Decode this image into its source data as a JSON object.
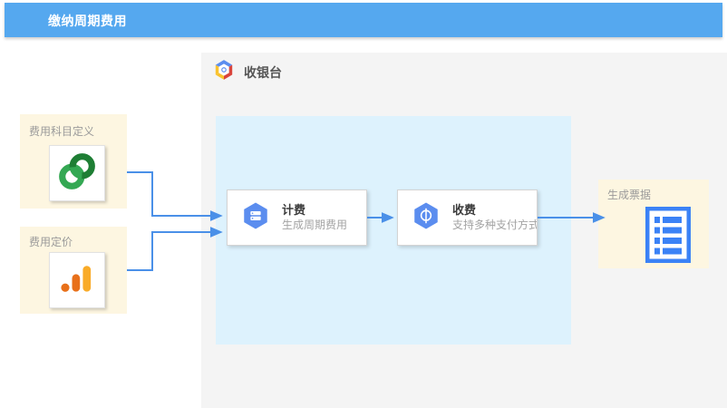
{
  "window": {
    "title": "缴纳周期费用",
    "title_bar_color": "#55a8ef"
  },
  "section": {
    "title": "收银台",
    "icon": "google-cloud-hexagon-icon",
    "panel_color": "#f4f4f4",
    "inner_panel_color": "#ddf2fd"
  },
  "inputs": [
    {
      "label": "费用科目定义",
      "icon": "green-interlocking-rings-icon",
      "card_color": "#fdf6e1"
    },
    {
      "label": "费用定价",
      "icon": "orange-bar-chart-icon",
      "card_color": "#fdf6e1"
    }
  ],
  "process_steps": [
    {
      "title": "计费",
      "subtitle": "生成周期费用",
      "icon": "blue-hexagon-database-icon"
    },
    {
      "title": "收费",
      "subtitle": "支持多种支付方式",
      "icon": "blue-hexagon-payment-icon"
    }
  ],
  "output": {
    "label": "生成票据",
    "icon": "blue-document-list-icon",
    "card_color": "#fdf6e1"
  },
  "connectors": {
    "color": "#4a90e8",
    "arrow_count": 4
  }
}
